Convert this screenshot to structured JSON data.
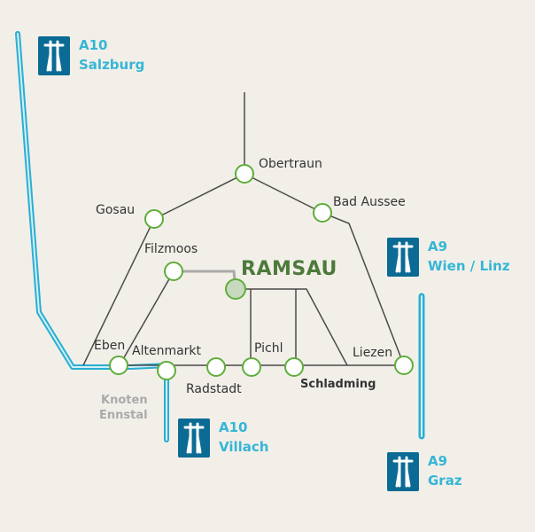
{
  "colors": {
    "background": "#f2efe9",
    "road": "#4a4a4a",
    "highway": "#2aaed2",
    "station_fill": "#ffffff",
    "station_stroke": "#5fae3a",
    "ramsau_fill": "#c7d9bf",
    "highway_sign": "#0b6b94",
    "highway_text": "#35b6d6",
    "ramsau_text": "#4c7a3a",
    "junction_text": "#aaaaaa"
  },
  "places": {
    "obertraun": "Obertraun",
    "gosau": "Gosau",
    "bad_aussee": "Bad Aussee",
    "filzmoos": "Filzmoos",
    "ramsau": "RAMSAU",
    "eben": "Eben",
    "altenmarkt": "Altenmarkt",
    "radstadt": "Radstadt",
    "pichl": "Pichl",
    "schladming": "Schladming",
    "liezen": "Liezen",
    "knoten_ennstal": "Knoten\nEnnstal"
  },
  "highways": {
    "a10_salzburg": {
      "number": "A10",
      "destination": "Salzburg",
      "icon": "motorway-icon"
    },
    "a10_villach": {
      "number": "A10",
      "destination": "Villach",
      "icon": "motorway-icon"
    },
    "a9_wien_linz": {
      "number": "A9",
      "destination": "Wien / Linz",
      "icon": "motorway-icon"
    },
    "a9_graz": {
      "number": "A9",
      "destination": "Graz",
      "icon": "motorway-icon"
    }
  }
}
